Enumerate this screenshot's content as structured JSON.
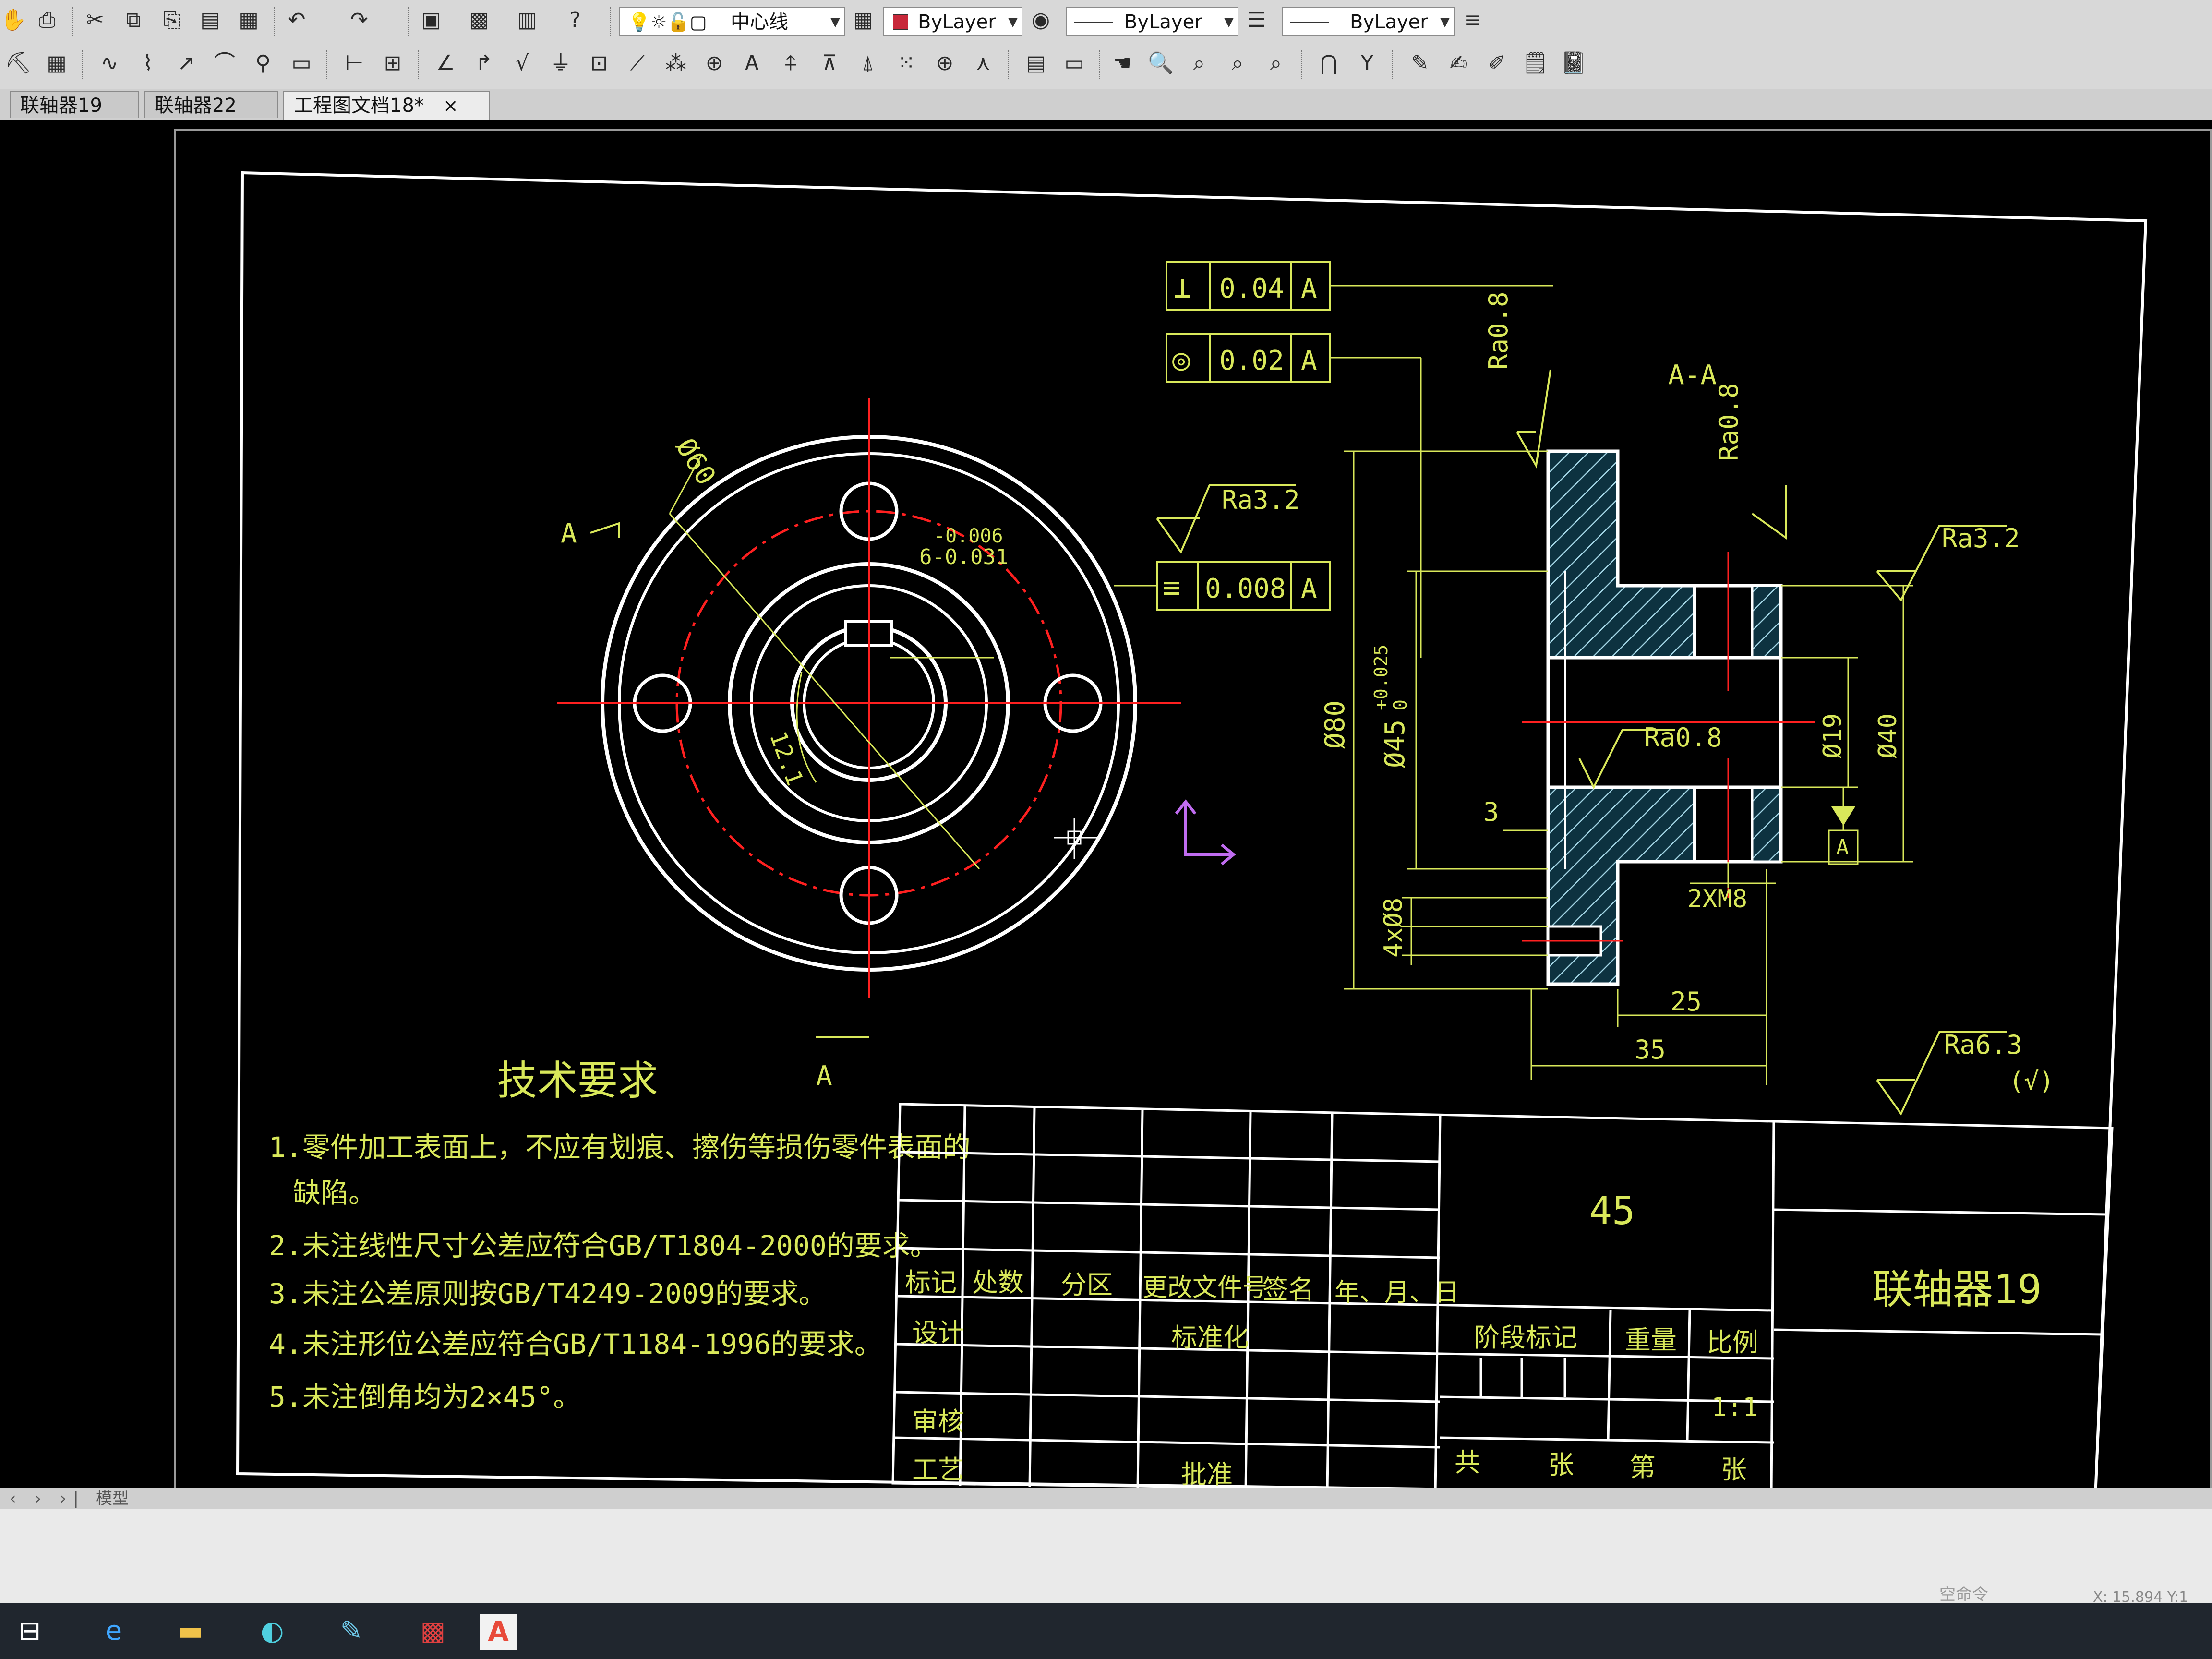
{
  "toolbar": {
    "layer_name": "中心线",
    "color_value": "ByLayer",
    "linetype_value": "ByLayer",
    "lineweight_value": "ByLayer"
  },
  "tabs": [
    {
      "label": "联轴器19"
    },
    {
      "label": "联轴器22"
    },
    {
      "label": "工程图文档18*",
      "active": true
    }
  ],
  "tab_close_glyph": "×",
  "drawing": {
    "front_view": {
      "section_mark": "A",
      "dim_phi60": "Ø60",
      "dim_bore_tol_upper": "-0.006",
      "dim_bore_tol_lower": "6-0.031",
      "dim_keyway": "12.1",
      "section_mark_bottom": "A"
    },
    "section_view": {
      "title": "A-A",
      "gdt": [
        {
          "symbol": "⊥",
          "value": "0.04",
          "datum": "A"
        },
        {
          "symbol": "◎",
          "value": "0.02",
          "datum": "A"
        },
        {
          "symbol": "≡",
          "value": "0.008",
          "datum": "A"
        }
      ],
      "roughness": [
        "Ra0.8",
        "Ra0.8",
        "Ra3.2",
        "Ra3.2",
        "Ra0.8",
        "Ra6.3"
      ],
      "roughness_note": "(√)",
      "dims": {
        "phi80": "Ø80",
        "phi45": "Ø45",
        "phi45_tol": "+0.025",
        "phi45_tol2": "0",
        "phi19": "Ø19",
        "phi40": "Ø40",
        "dim3": "3",
        "dim25": "25",
        "dim35": "35",
        "holes": "4xØ8",
        "thread": "2XM8",
        "datum": "A"
      }
    },
    "tech_req": {
      "title": "技术要求",
      "items": [
        "1.零件加工表面上，不应有划痕、擦伤等损伤零件表面的",
        "缺陷。",
        "2.未注线性尺寸公差应符合GB/T1804-2000的要求。",
        "3.未注公差原则按GB/T4249-2009的要求。",
        "4.未注形位公差应符合GB/T1184-1996的要求。",
        "5.未注倒角均为2×45°。"
      ]
    },
    "title_block": {
      "material": "45",
      "part_name": "联轴器19",
      "rev_headers": [
        "标记",
        "处数",
        "分区",
        "更改文件号",
        "签名",
        "年、月、日"
      ],
      "design": "设计",
      "standardize": "标准化",
      "review": "审核",
      "process": "工艺",
      "approve": "批准",
      "stage_mark": "阶段标记",
      "weight": "重量",
      "scale_label": "比例",
      "scale_value": "1:1",
      "total": "共",
      "sheet": "张",
      "page": "第",
      "sheet2": "张"
    }
  },
  "model_tab": "模型",
  "status": {
    "command": "空命令",
    "coords": "X: 15.894  Y:1"
  },
  "colors": {
    "cad_text": "#d9e85a",
    "cad_line": "#d9e85a",
    "outline": "#ffffff",
    "center_line": "#ff2020"
  }
}
